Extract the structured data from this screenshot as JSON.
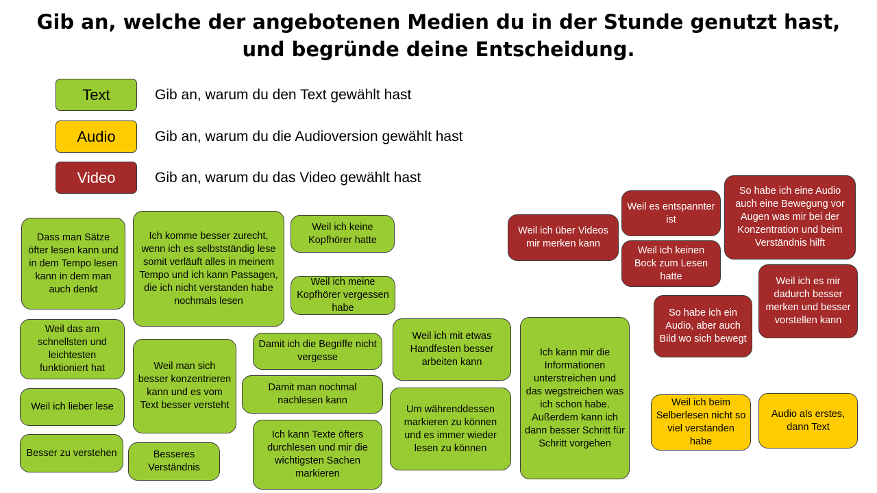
{
  "title": {
    "line1": "Gib an, welche der angebotenen Medien du in der Stunde genutzt hast,",
    "line2": "und begründe deine Entscheidung."
  },
  "legend": [
    {
      "label": "Text",
      "prompt": "Gib an, warum du den Text gewählt hast",
      "color": "#99cc33"
    },
    {
      "label": "Audio",
      "prompt": "Gib an, warum du die Audioversion gewählt hast",
      "color": "#ffcc00"
    },
    {
      "label": "Video",
      "prompt": "Gib an, warum du das Video gewählt hast",
      "color": "#a52a2a"
    }
  ],
  "notes": {
    "green": [
      "Dass man Sätze öfter lesen kann und in dem Tempo lesen kann in dem man auch denkt",
      "Ich komme besser zurecht, wenn ich es selbstständig lese somit verläuft alles in meinem Tempo und ich kann Passagen, die ich nicht verstanden habe nochmals lesen",
      "Weil ich keine Kopfhörer hatte",
      "Weil ich meine Kopfhörer vergessen habe",
      "Weil das am schnellsten und leichtesten funktioniert hat",
      "Weil man sich besser konzentrieren kann und es vom Text besser versteht",
      "Damit ich die Begriffe nicht vergesse",
      "Damit man nochmal nachlesen kann",
      "Weil ich mit etwas Handfesten besser arbeiten kann",
      "Ich kann mir die Informationen unterstreichen und das wegstreichen was ich schon habe. Außerdem kann ich dann besser Schritt für Schritt vorgehen",
      "Weil ich lieber lese",
      "Besser zu verstehen",
      "Besseres Verständnis",
      "Ich kann Texte öfters durchlesen und mir die wichtigsten Sachen markieren",
      "Um währenddessen markieren zu können und es immer wieder lesen zu können"
    ],
    "red": [
      "Weil ich über Videos mir merken kann",
      "Weil es entspannter ist",
      "Weil ich keinen Bock zum Lesen hatte",
      "So habe ich eine Audio auch eine Bewegung vor Augen was mir bei der Konzentration und beim Verständnis hilft",
      "Weil ich es mir dadurch besser merken und besser vorstellen kann",
      "So habe ich ein Audio, aber auch Bild wo sich bewegt"
    ],
    "yellow": [
      "Weil ich beim Selberlesen nicht so viel verstanden habe",
      "Audio als erstes, dann Text"
    ]
  }
}
